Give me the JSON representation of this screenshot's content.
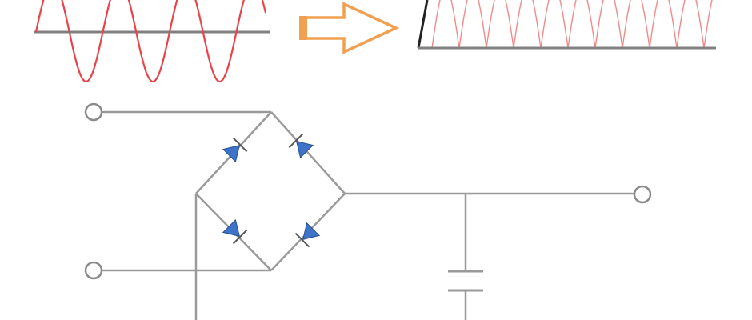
{
  "colors": {
    "background": "#ffffff",
    "wire": "#9a9a9a",
    "axis": "#808080",
    "ac_wave": "#e8434a",
    "rectified_wave": "#f08a8a",
    "arrow": "#f0a050",
    "diode_fill": "#3d73c8",
    "terminal": "#8a8a8a"
  },
  "icons": {
    "input_wave": "sine-wave-icon",
    "output_wave": "rectified-wave-icon",
    "arrow": "right-arrow-icon",
    "diode": "diode-icon",
    "capacitor": "capacitor-icon",
    "terminal": "terminal-circle-icon"
  },
  "components": {
    "diodes": 4,
    "capacitors": 1,
    "terminals": 3
  }
}
